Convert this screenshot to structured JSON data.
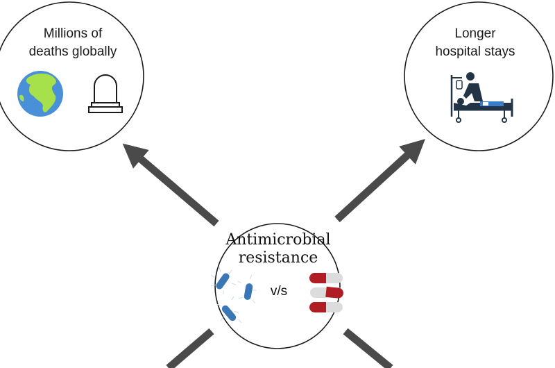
{
  "diagram": {
    "center": {
      "title_line1": "Antimicrobial",
      "title_line2": "resistance",
      "versus": "v/s",
      "left_icon": "bacteria-icon",
      "right_icon": "pills-icon"
    },
    "nodes": [
      {
        "line1": "Millions of",
        "line2": "deaths globally",
        "icons": [
          "globe-icon",
          "tombstone-icon"
        ]
      },
      {
        "line1": "Longer",
        "line2": "hospital stays",
        "icons": [
          "hospital-bed-icon"
        ]
      }
    ],
    "colors": {
      "arrow": "#4a4a4a",
      "circle_stroke": "#1a1a1a",
      "bacteria": "#3a78b5",
      "pill_red": "#b01e23",
      "pill_grey": "#dcdcdc",
      "ocean": "#4a90d9",
      "land": "#a6e04a",
      "patient_dark": "#243447",
      "blanket": "#3d7cc9"
    }
  }
}
